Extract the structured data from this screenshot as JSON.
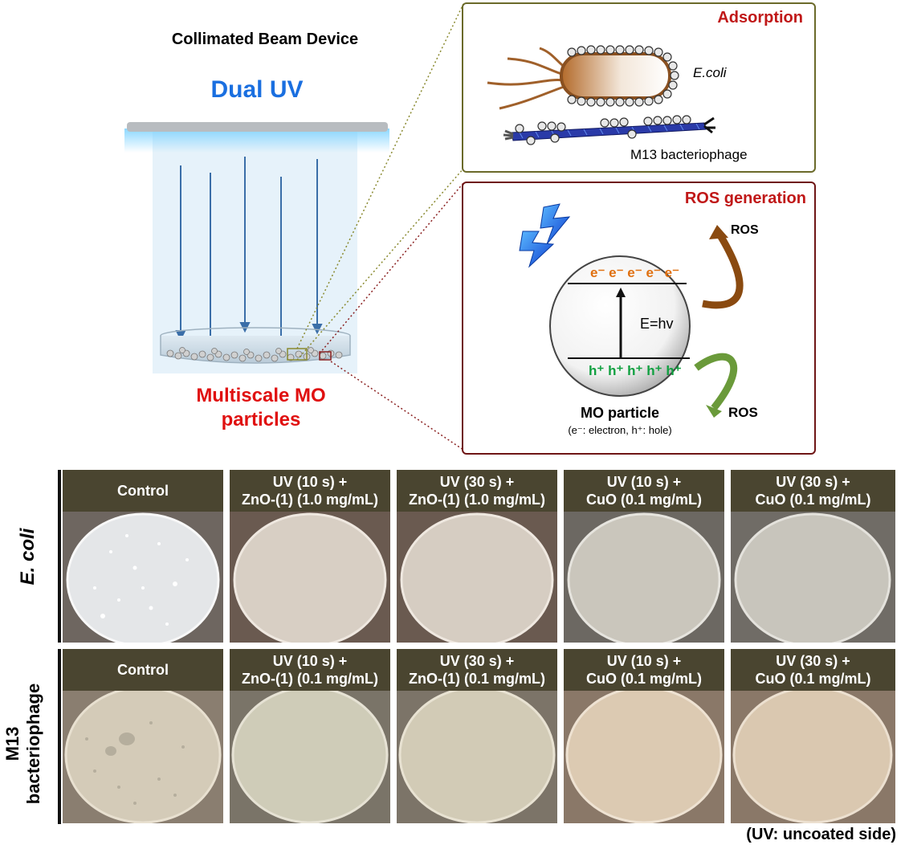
{
  "device": {
    "title": "Collimated Beam Device",
    "uv_label": "Dual UV",
    "particles_label_line1": "Multiscale MO",
    "particles_label_line2": "particles"
  },
  "adsorption": {
    "title": "Adsorption",
    "ecoli_label": "E.coli",
    "phage_label": "M13 bacteriophage"
  },
  "ros": {
    "title": "ROS generation",
    "ros_top": "ROS",
    "ros_bottom": "ROS",
    "electrons": "e⁻  e⁻  e⁻  e⁻  e⁻",
    "holes": "h⁺ h⁺ h⁺ h⁺ h⁺",
    "energy": "E=hv",
    "particle_label": "MO particle",
    "particle_note": "(e⁻: electron, h⁺: hole)"
  },
  "grid": {
    "rows": [
      {
        "label": "E. coli",
        "headers": [
          [
            "Control"
          ],
          [
            "UV (10 s) +",
            "ZnO-(1) (1.0 mg/mL)"
          ],
          [
            "UV (30 s) +",
            "ZnO-(1) (1.0 mg/mL)"
          ],
          [
            "UV (10 s) +",
            "CuO (0.1 mg/mL)"
          ],
          [
            "UV (30 s) +",
            "CuO (0.1 mg/mL)"
          ]
        ]
      },
      {
        "label_line1": "M13",
        "label_line2": "bacteriophage",
        "headers": [
          [
            "Control"
          ],
          [
            "UV (10 s) +",
            "ZnO-(1) (0.1 mg/mL)"
          ],
          [
            "UV (30 s) +",
            "ZnO-(1) (0.1 mg/mL)"
          ],
          [
            "UV (10 s) +",
            "CuO (0.1 mg/mL)"
          ],
          [
            "UV (30 s) +",
            "CuO (0.1 mg/mL)"
          ]
        ]
      }
    ],
    "footnote": "(UV: uncoated side)"
  },
  "colors": {
    "header_bg": "#4a4530",
    "uv_blue": "#1a6fe0",
    "accent_red": "#c01818",
    "electron_orange": "#e07010",
    "hole_green": "#10a040"
  }
}
